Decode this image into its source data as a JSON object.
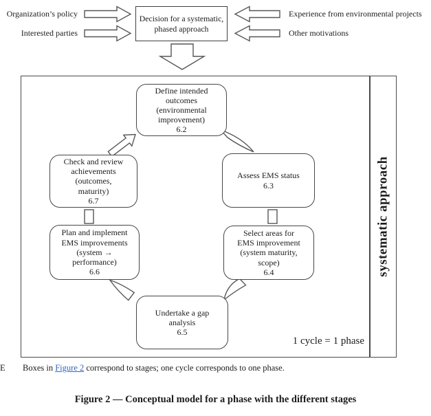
{
  "top_section": {
    "left_labels": [
      {
        "text": "Organization’s policy"
      },
      {
        "text": "Interested parties"
      }
    ],
    "right_labels": [
      {
        "text": "Experience from environmental projects"
      },
      {
        "text": "Other motivations"
      }
    ],
    "decision_box_text": "Decision for a systematic,\nphased approach"
  },
  "diagram": {
    "sidebar_label": "systematic approach",
    "cycle_note": "1 cycle = 1 phase",
    "stages": [
      {
        "id": "6.2",
        "text": "Define intended\noutcomes\n(environmental\nimprovement)\n6.2"
      },
      {
        "id": "6.3",
        "text": "Assess EMS status\n6.3"
      },
      {
        "id": "6.4",
        "text": "Select areas for\nEMS improvement\n(system maturity,\nscope)\n6.4"
      },
      {
        "id": "6.5",
        "text": "Undertake a gap\nanalysis\n6.5"
      },
      {
        "id": "6.6",
        "text": "Plan and implement\nEMS improvements\n(system →\nperformance)\n6.6"
      },
      {
        "id": "6.7",
        "text": "Check and review\nachievements\n(outcomes,\nmaturity)\n6.7"
      }
    ]
  },
  "note": {
    "left_fragment": "E",
    "before_link": "Boxes in ",
    "link_text": "Figure 2",
    "after_link": " correspond to stages; one cycle corresponds to one phase."
  },
  "caption": "Figure 2 — Conceptual model for a phase with the different stages",
  "colors": {
    "stroke": "#565656",
    "link": "#3565c0"
  }
}
